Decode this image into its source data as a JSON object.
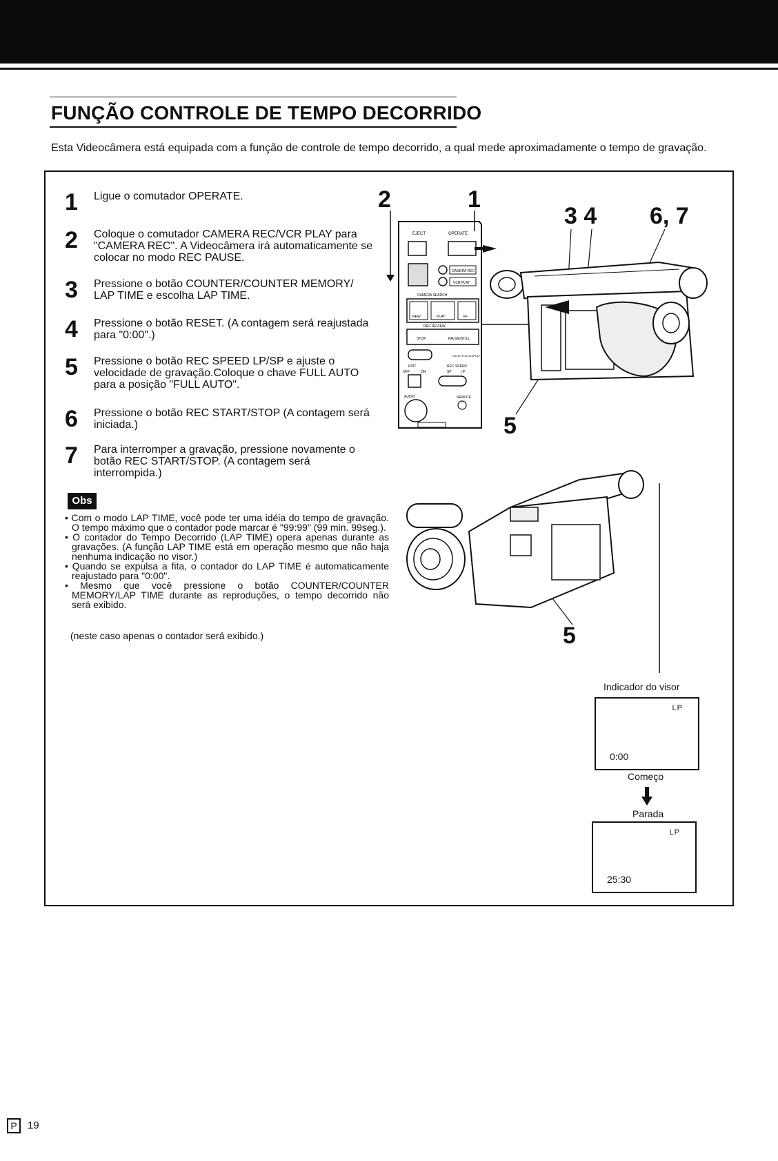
{
  "header": {
    "title": "FUNÇÃO CONTROLE DE TEMPO DECORRIDO",
    "intro": "Esta Videocâmera está equipada com a função de controle de tempo decorrido, a qual mede aproximadamente o tempo de gravação."
  },
  "steps": [
    {
      "number": "1",
      "text": "Ligue o comutador OPERATE."
    },
    {
      "number": "2",
      "text": "Coloque o comutador CAMERA REC/VCR PLAY para \"CAMERA REC\". A Videocâmera irá automaticamente se colocar no modo REC PAUSE."
    },
    {
      "number": "3",
      "text": "Pressione o botão COUNTER/COUNTER MEMORY/ LAP TIME e escolha LAP TIME."
    },
    {
      "number": "4",
      "text": "Pressione o botão RESET. (A contagem será reajustada para \"0:00\".)"
    },
    {
      "number": "5",
      "text": "Pressione o botão REC SPEED LP/SP e ajuste o velocidade de gravação.Coloque o chave FULL AUTO para a posição \"FULL AUTO\"."
    },
    {
      "number": "6",
      "text": "Pressione o botão REC START/STOP (A contagem será iniciada.)"
    },
    {
      "number": "7",
      "text": "Para interromper a gravação, pressione novamente o botão REC START/STOP. (A contagem será interrompida.)"
    }
  ],
  "obs": {
    "label": "Obs",
    "notes": [
      "• Com o modo LAP TIME, você pode ter uma idéia do tempo de gravação. O tempo máximo que o contador pode marcar é \"99:99\" (99 min. 99seg.).",
      "• O contador do Tempo Decorrido (LAP TIME) opera apenas durante as gravações. (A função LAP TIME está em operação mesmo que não haja nenhuma indicação no visor.)",
      "• Quando se expulsa a fita, o contador do LAP TIME é automaticamente reajustado para \"0:00\".",
      "• Mesmo que você pressione o botão COUNTER/COUNTER MEMORY/LAP TIME durante as reproduções, o tempo decorrido não será exibido."
    ],
    "final": "(neste caso apenas o contador será exibido.)"
  },
  "callouts": {
    "c2": "2",
    "c1": "1",
    "c34": "3 4",
    "c67": "6, 7",
    "c5a": "5",
    "c5b": "5"
  },
  "panel_labels": {
    "eject": "EJECT",
    "operate": "OPERATE",
    "camera_rec": "CAMERA REC",
    "vcr_play": "VCR PLAY",
    "camera_search": "CAMERA SEARCH",
    "rew": "REW",
    "play": "PLAY",
    "ff": "FF",
    "rec_review": "REC REVIEW",
    "stop": "STOP",
    "pause_still": "PAUSE/STILL",
    "date_title_display": "DATE/TITLE DISPLAY",
    "edit": "EDIT",
    "off": "OFF",
    "on": "ON",
    "rec_speed": "REC SPEED",
    "sp": "SP",
    "lp": "LP",
    "audio": "AUDIO",
    "remote": "REMOTE"
  },
  "viewfinder": {
    "caption": "Indicador do visor",
    "start_label": "Começo",
    "stop_label": "Parada",
    "start_screen": {
      "mode": "LP",
      "time": "0:00"
    },
    "stop_screen": {
      "mode": "LP",
      "time": "25:30"
    }
  },
  "footer": {
    "page_letter": "P",
    "page_number": "19"
  }
}
